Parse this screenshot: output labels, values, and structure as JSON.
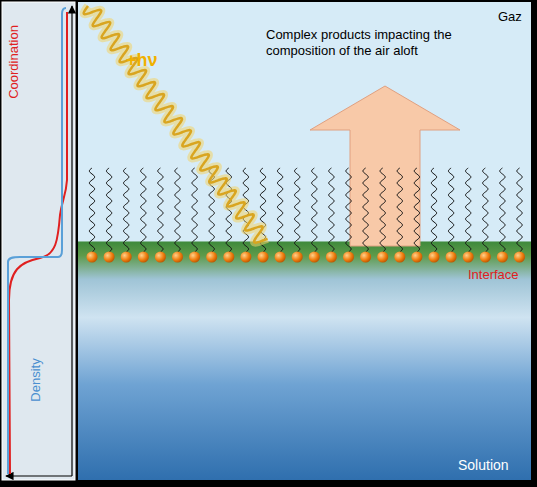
{
  "diagram": {
    "labels": [
      "Coordination",
      "Density",
      "+hν",
      "Complex products impacting the composition of the air aloft",
      "Gaz",
      "Interface",
      "Solution"
    ]
  }
}
